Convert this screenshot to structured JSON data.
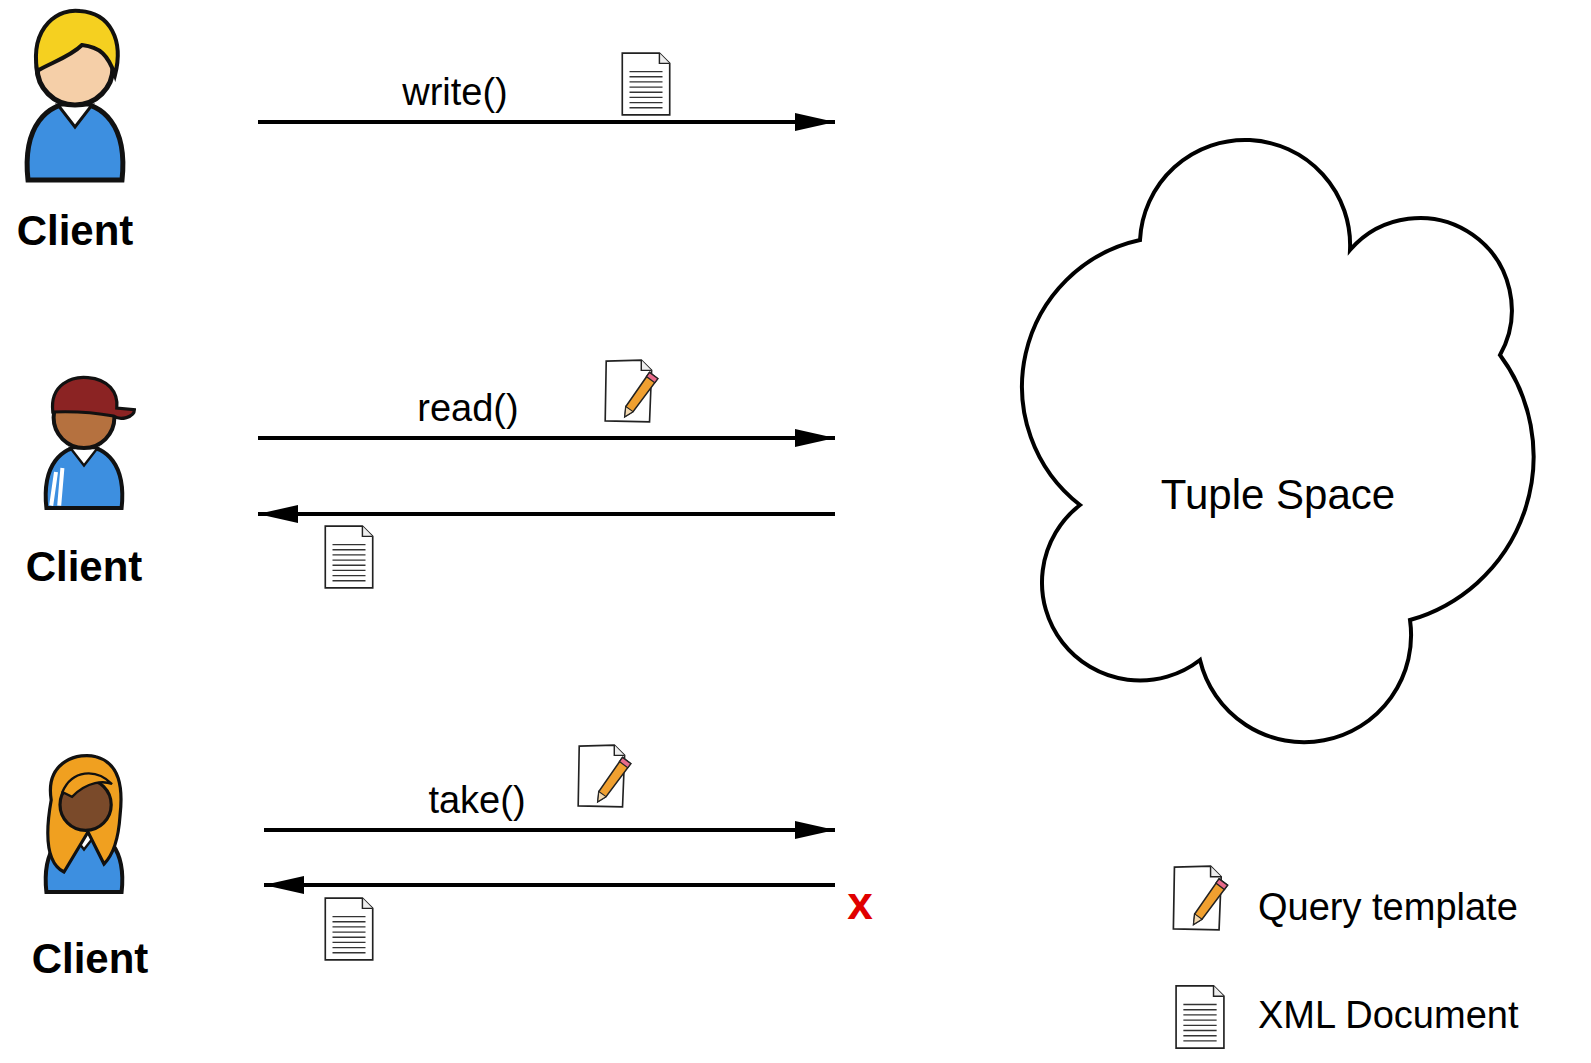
{
  "diagram": {
    "nodes": [
      {
        "text": [
          "Client"
        ]
      },
      {
        "text": [
          "Client"
        ]
      },
      {
        "text": [
          "Client"
        ]
      },
      {
        "text": [
          "Tuple Space"
        ]
      }
    ],
    "edges": [
      {
        "from": 0,
        "to": 3,
        "label": "write()",
        "arrow": "to"
      },
      {
        "from": 1,
        "to": 3,
        "label": "read()",
        "arrow": "to"
      },
      {
        "from": 3,
        "to": 1,
        "arrow": "to"
      },
      {
        "from": 2,
        "to": 3,
        "label": "take()",
        "arrow": "to"
      },
      {
        "from": 3,
        "to": 2,
        "arrow": "to"
      }
    ],
    "labels": [
      "x"
    ],
    "legend": [
      {
        "text": "Query template"
      },
      {
        "text": "XML Document"
      }
    ]
  }
}
